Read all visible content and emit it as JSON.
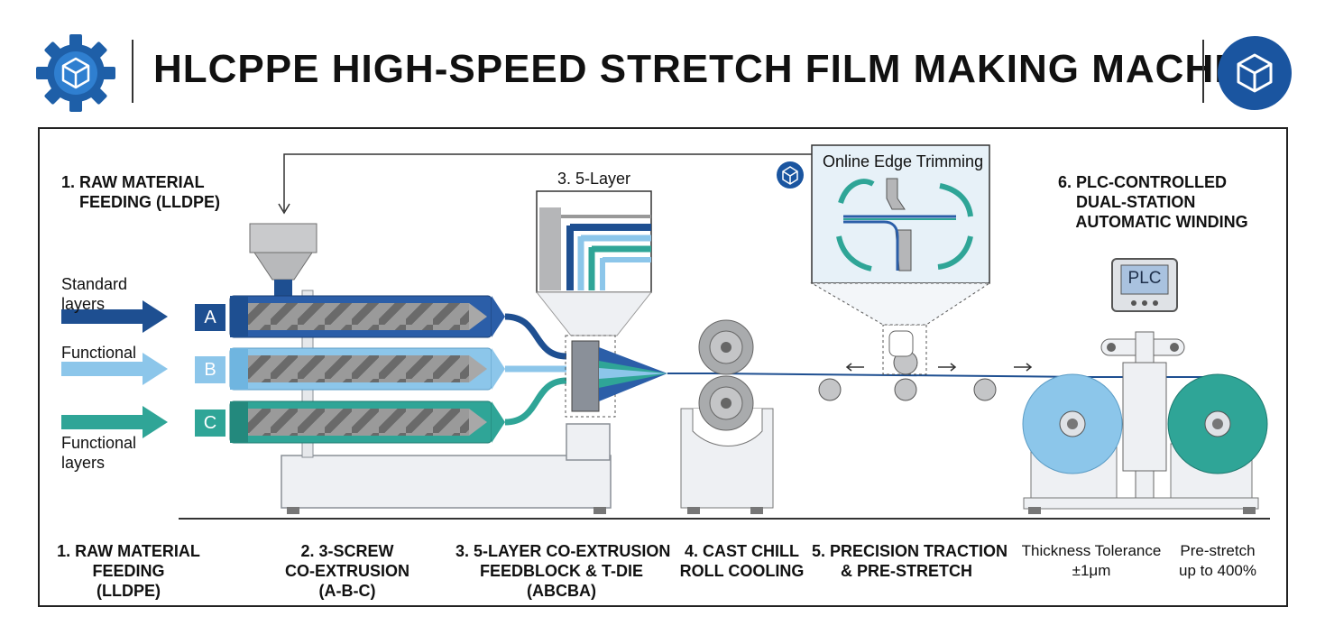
{
  "header": {
    "title": "HLCPPE HIGH-SPEED STRETCH FILM MAKING MACHINE",
    "left_icon": "gear-cube-icon",
    "right_icon": "cube-badge-icon"
  },
  "colors": {
    "dark_blue": "#1e4f91",
    "light_blue": "#86c5ea",
    "teal": "#2a9d8f",
    "gray": "#bfbfbf"
  },
  "inputs": {
    "standard": "Standard\nlayers",
    "functional_b": "Functional",
    "functional_c": "Functional\nlayers"
  },
  "extruders": [
    {
      "letter": "A"
    },
    {
      "letter": "B"
    },
    {
      "letter": "C"
    }
  ],
  "callouts": {
    "raw_material": "1. RAW MATERIAL\n    FEEDING (LLDPE)",
    "five_layer": "3. 5-Layer",
    "edge_trimming": "Online Edge Trimming",
    "winding": "6. PLC-CONTROLLED\n    DUAL-STATION\n    AUTOMATIC WINDING",
    "plc": "PLC"
  },
  "stages": [
    {
      "label": "1. RAW MATERIAL\nFEEDING\n(LLDPE)"
    },
    {
      "label": "2. 3-SCREW\nCO-EXTRUSION\n(A-B-C)"
    },
    {
      "label": "3. 5-LAYER CO-EXTRUSION\nFEEDBLOCK & T-DIE\n(ABCBA)"
    },
    {
      "label": "4. CAST CHILL\nROLL COOLING"
    },
    {
      "label": "5. PRECISION TRACTION\n& PRE-STRETCH"
    }
  ],
  "specs": [
    {
      "label": "Thickness Tolerance\n±1μm"
    },
    {
      "label": "Pre-stretch\nup to 400%"
    }
  ]
}
